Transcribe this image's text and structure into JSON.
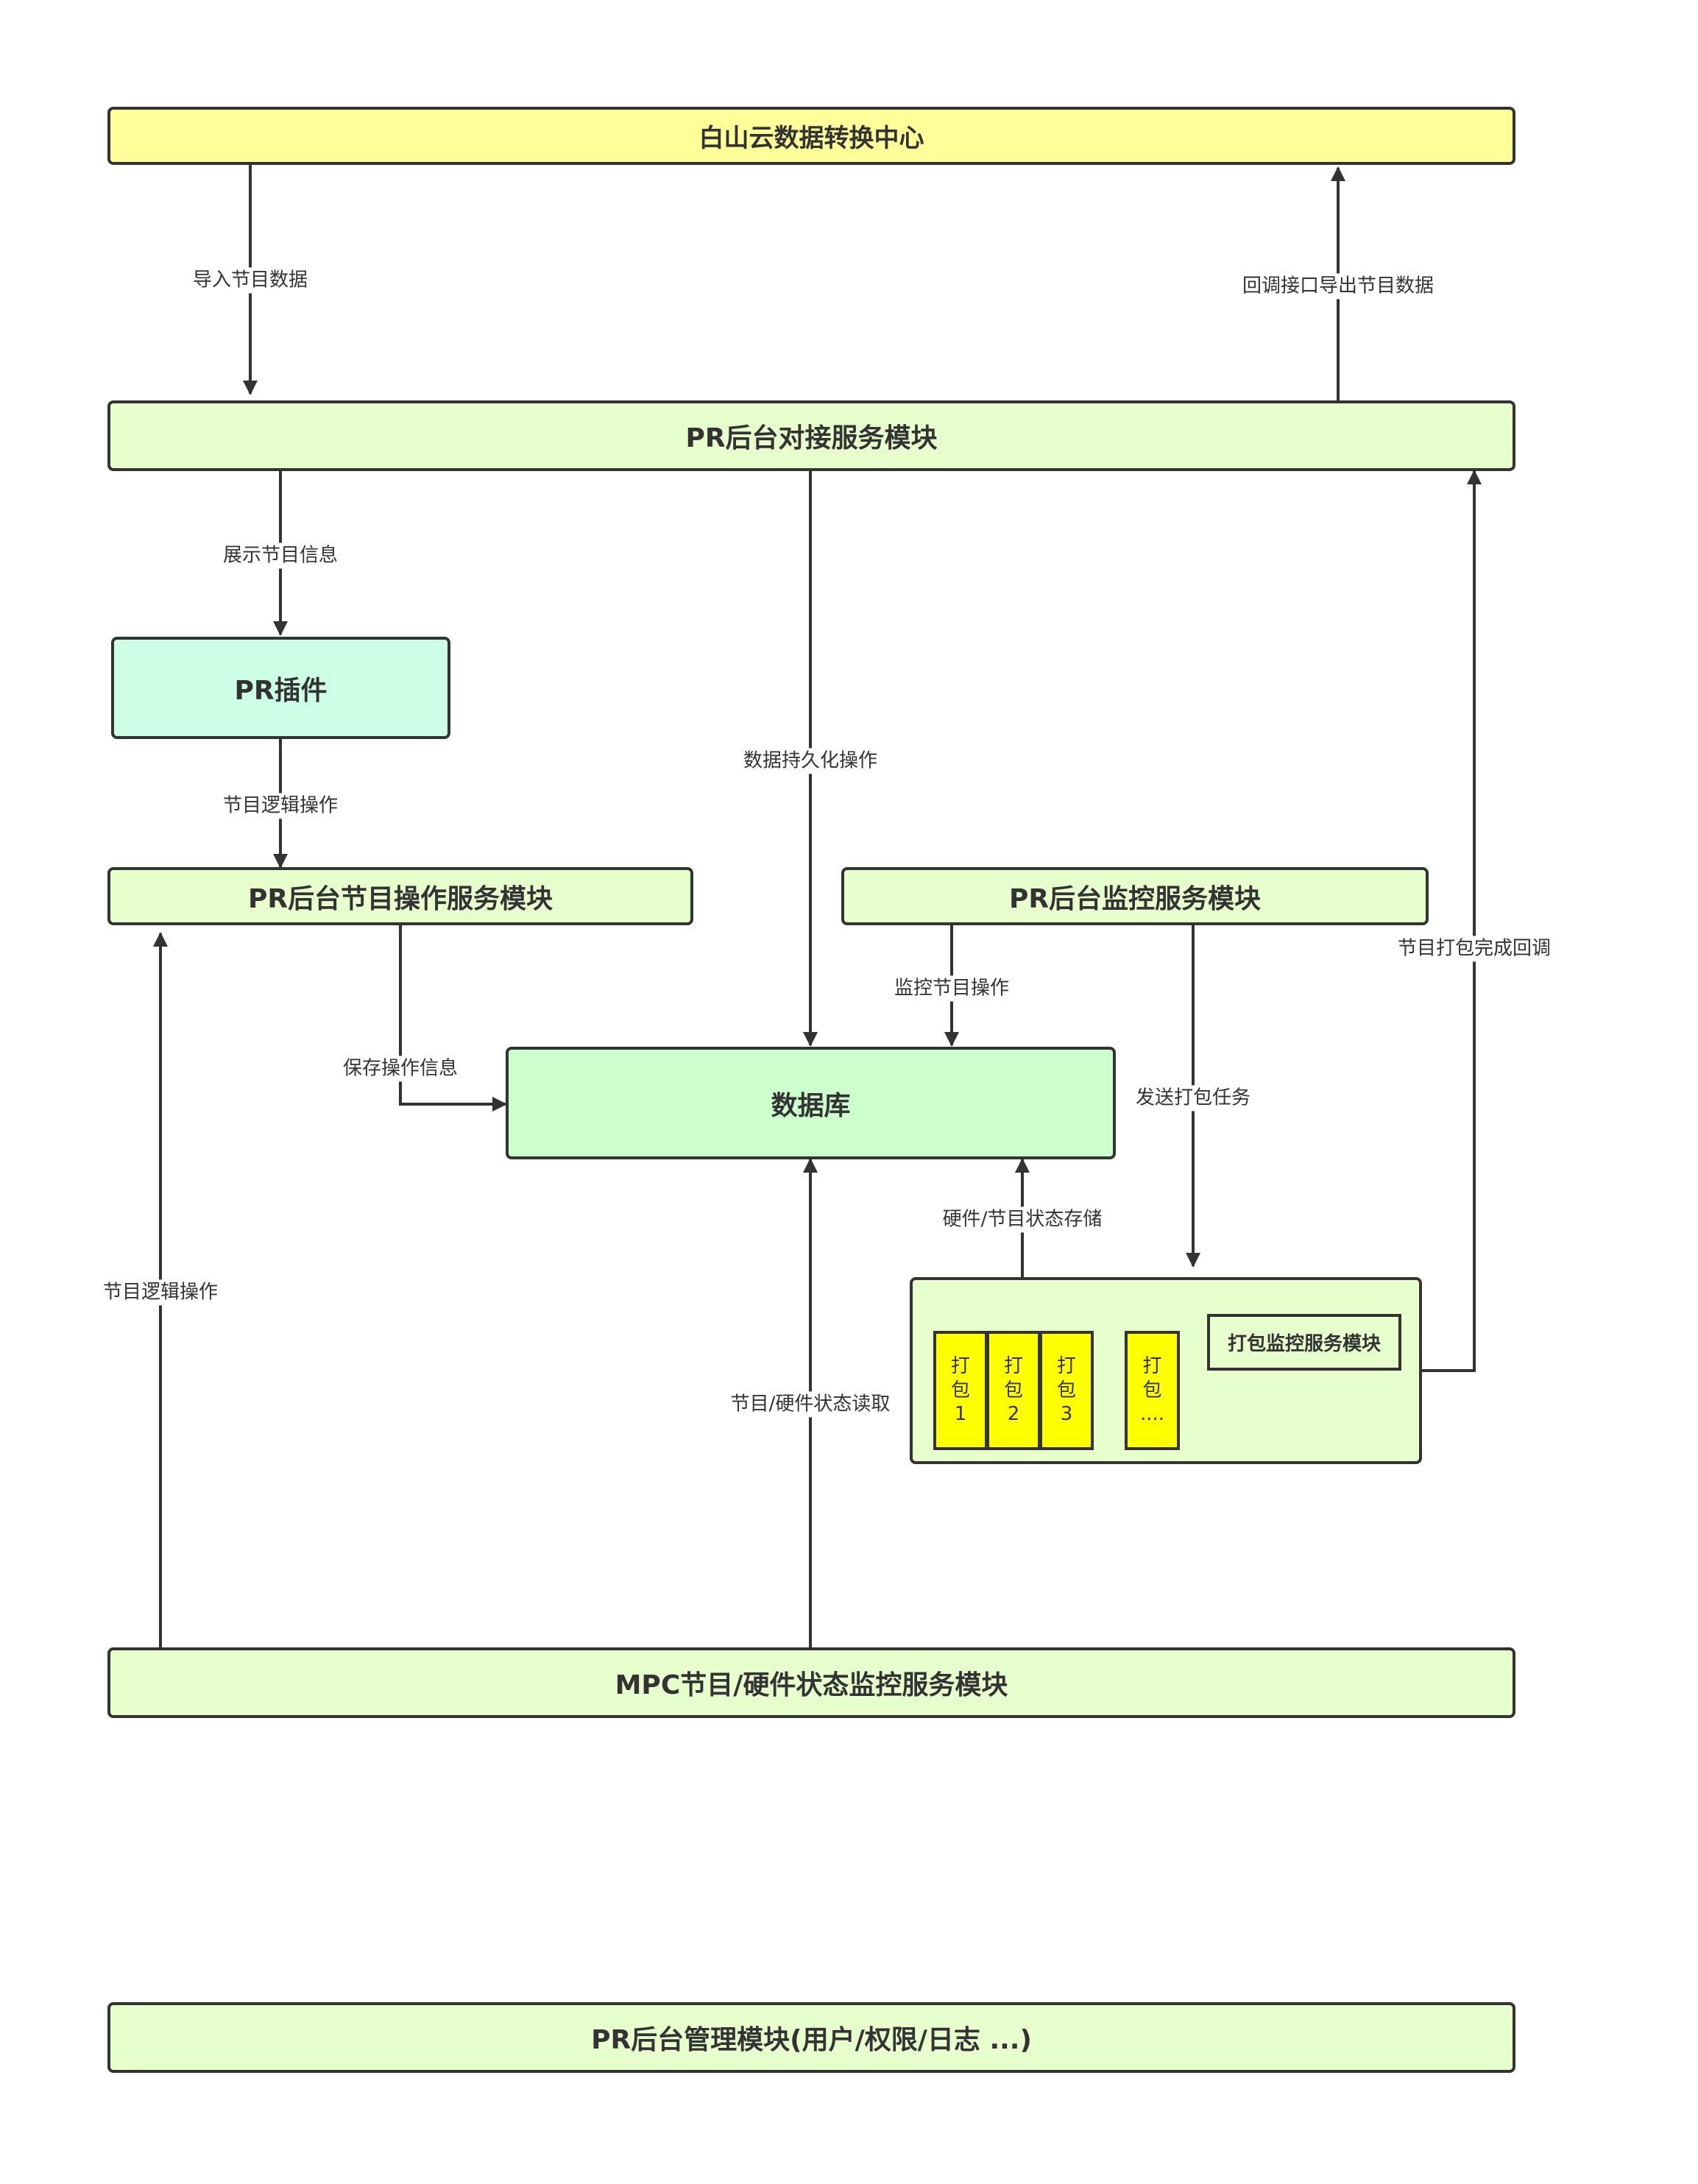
{
  "colors": {
    "yellow_box": "#ffff99",
    "light_green": "#e6ffcc",
    "mint": "#ccffe6",
    "db_green": "#ccffcc",
    "package_yellow": "#ffff00",
    "stroke": "#333333"
  },
  "boxes": {
    "center": "白山云数据转换中心",
    "dock": "PR后台对接服务模块",
    "plugin": "PR插件",
    "ops": "PR后台节目操作服务模块",
    "monitor": "PR后台监控服务模块",
    "db": "数据库",
    "pack_monitor": "打包监控服务模块",
    "mpc": "MPC节目/硬件状态监控服务模块",
    "admin": "PR后台管理模块(用户/权限/日志 ...)"
  },
  "packages": [
    {
      "l1": "打",
      "l2": "包",
      "l3": "1"
    },
    {
      "l1": "打",
      "l2": "包",
      "l3": "2"
    },
    {
      "l1": "打",
      "l2": "包",
      "l3": "3"
    },
    {
      "l1": "打",
      "l2": "包",
      "l3": "...."
    }
  ],
  "labels": {
    "import": "导入节目数据",
    "export": "回调接口导出节目数据",
    "show": "展示节目信息",
    "persist": "数据持久化操作",
    "logic1": "节目逻辑操作",
    "save": "保存操作信息",
    "monitor_op": "监控节目操作",
    "send_pack": "发送打包任务",
    "pack_done": "节目打包完成回调",
    "hw_store": "硬件/节目状态存储",
    "logic2": "节目逻辑操作",
    "read": "节目/硬件状态读取"
  }
}
